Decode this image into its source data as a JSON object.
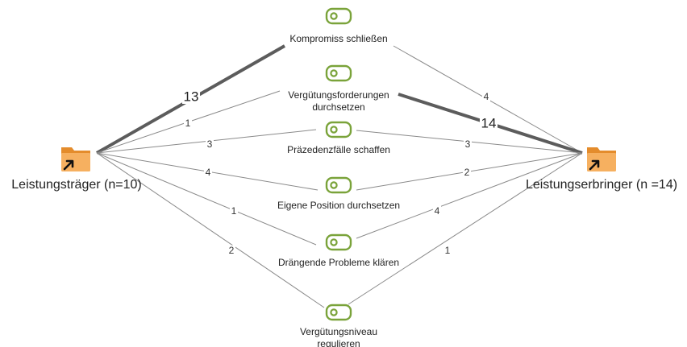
{
  "documents": [
    {
      "id": "left",
      "label": "Leistungsträger (n=10)",
      "icon": "folder-shortcut-icon"
    },
    {
      "id": "right",
      "label": "Leistungserbringer (n =14)",
      "icon": "folder-shortcut-icon"
    }
  ],
  "codes": [
    {
      "id": "c1",
      "lines": [
        "Kompromiss schließen"
      ],
      "icon": "code-tag-icon"
    },
    {
      "id": "c2",
      "lines": [
        "Vergütungsforderungen",
        "durchsetzen"
      ],
      "icon": "code-tag-icon"
    },
    {
      "id": "c3",
      "lines": [
        "Präzedenzfälle schaffen"
      ],
      "icon": "code-tag-icon"
    },
    {
      "id": "c4",
      "lines": [
        "Eigene Position durchsetzen"
      ],
      "icon": "code-tag-icon"
    },
    {
      "id": "c5",
      "lines": [
        "Drängende Probleme klären"
      ],
      "icon": "code-tag-icon"
    },
    {
      "id": "c6",
      "lines": [
        "Vergütungsniveau",
        "regulieren"
      ],
      "icon": "code-tag-icon"
    }
  ],
  "edges": [
    {
      "from": "left",
      "to": "c1",
      "weight": "13"
    },
    {
      "from": "left",
      "to": "c2",
      "weight": "1"
    },
    {
      "from": "left",
      "to": "c3",
      "weight": "3"
    },
    {
      "from": "left",
      "to": "c4",
      "weight": "4"
    },
    {
      "from": "left",
      "to": "c5",
      "weight": "1"
    },
    {
      "from": "left",
      "to": "c6",
      "weight": "2"
    },
    {
      "from": "right",
      "to": "c1",
      "weight": "4"
    },
    {
      "from": "right",
      "to": "c2",
      "weight": "14"
    },
    {
      "from": "right",
      "to": "c3",
      "weight": "3"
    },
    {
      "from": "right",
      "to": "c4",
      "weight": "2"
    },
    {
      "from": "right",
      "to": "c5",
      "weight": "4"
    },
    {
      "from": "right",
      "to": "c6",
      "weight": "1"
    }
  ],
  "colors": {
    "code_icon": "#7aa33a",
    "folder_body": "#f6b060",
    "folder_tab": "#e48c2c",
    "thin_edge": "#8a8a8a",
    "thick_edge": "#5c5c5c"
  }
}
